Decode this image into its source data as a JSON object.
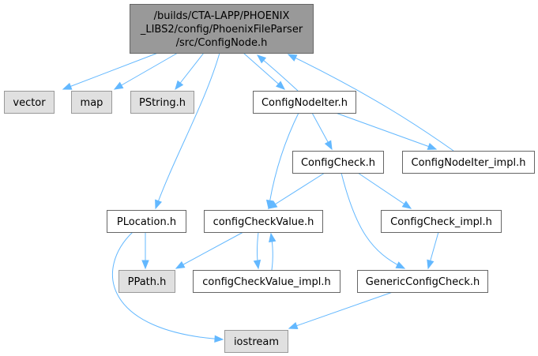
{
  "diagram": {
    "type": "include-dependency-graph",
    "colors": {
      "edge": "#63b8ff",
      "root_fill": "#999999",
      "external_fill": "#e0e0e0",
      "file_fill": "#ffffff"
    },
    "nodes": [
      {
        "id": "root",
        "kind": "root",
        "lines": [
          "/builds/CTA-LAPP/PHOENIX",
          "_LIBS2/config/PhoenixFileParser",
          "/src/ConfigNode.h"
        ]
      },
      {
        "id": "vector",
        "kind": "external",
        "lines": [
          "vector"
        ]
      },
      {
        "id": "map",
        "kind": "external",
        "lines": [
          "map"
        ]
      },
      {
        "id": "pstring",
        "kind": "external",
        "lines": [
          "PString.h"
        ]
      },
      {
        "id": "confignodeiter",
        "kind": "file",
        "lines": [
          "ConfigNodeIter.h"
        ]
      },
      {
        "id": "configcheck",
        "kind": "file",
        "lines": [
          "ConfigCheck.h"
        ]
      },
      {
        "id": "confignodeiter_impl",
        "kind": "file",
        "lines": [
          "ConfigNodeIter_impl.h"
        ]
      },
      {
        "id": "plocation",
        "kind": "file",
        "lines": [
          "PLocation.h"
        ]
      },
      {
        "id": "configcheckvalue",
        "kind": "file",
        "lines": [
          "configCheckValue.h"
        ]
      },
      {
        "id": "configcheck_impl",
        "kind": "file",
        "lines": [
          "ConfigCheck_impl.h"
        ]
      },
      {
        "id": "ppath",
        "kind": "external",
        "lines": [
          "PPath.h"
        ]
      },
      {
        "id": "configcheckvalue_impl",
        "kind": "file",
        "lines": [
          "configCheckValue_impl.h"
        ]
      },
      {
        "id": "genericconfigcheck",
        "kind": "file",
        "lines": [
          "GenericConfigCheck.h"
        ]
      },
      {
        "id": "iostream",
        "kind": "external",
        "lines": [
          "iostream"
        ]
      }
    ],
    "edges": [
      {
        "from": "root",
        "to": "vector"
      },
      {
        "from": "root",
        "to": "map"
      },
      {
        "from": "root",
        "to": "pstring"
      },
      {
        "from": "root",
        "to": "plocation"
      },
      {
        "from": "root",
        "to": "confignodeiter"
      },
      {
        "from": "confignodeiter",
        "to": "root"
      },
      {
        "from": "confignodeiter_impl",
        "to": "root"
      },
      {
        "from": "confignodeiter",
        "to": "configcheck"
      },
      {
        "from": "confignodeiter",
        "to": "confignodeiter_impl"
      },
      {
        "from": "confignodeiter",
        "to": "configcheckvalue"
      },
      {
        "from": "configcheck",
        "to": "configcheckvalue"
      },
      {
        "from": "configcheck",
        "to": "configcheck_impl"
      },
      {
        "from": "configcheck",
        "to": "genericconfigcheck"
      },
      {
        "from": "configcheck_impl",
        "to": "genericconfigcheck"
      },
      {
        "from": "plocation",
        "to": "ppath"
      },
      {
        "from": "plocation",
        "to": "iostream"
      },
      {
        "from": "configcheckvalue",
        "to": "ppath"
      },
      {
        "from": "configcheckvalue",
        "to": "configcheckvalue_impl"
      },
      {
        "from": "configcheckvalue_impl",
        "to": "configcheckvalue"
      },
      {
        "from": "genericconfigcheck",
        "to": "iostream"
      }
    ]
  }
}
